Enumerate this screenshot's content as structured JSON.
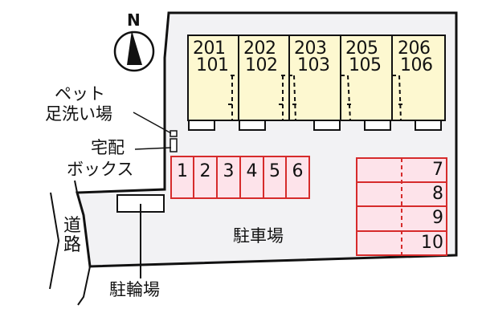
{
  "compass": {
    "label": "N",
    "icon": "north-arrow-icon"
  },
  "building": {
    "units": [
      {
        "upper": "201",
        "lower": "101"
      },
      {
        "upper": "202",
        "lower": "102"
      },
      {
        "upper": "203",
        "lower": "103"
      },
      {
        "upper": "205",
        "lower": "105"
      },
      {
        "upper": "206",
        "lower": "106"
      }
    ]
  },
  "labels": {
    "pet_wash_line1": "ペット",
    "pet_wash_line2": "足洗い場",
    "delivery_box_line1": "宅配",
    "delivery_box_line2": "ボックス",
    "road_1": "道",
    "road_2": "路",
    "parking": "駐車場",
    "bicycle_parking": "駐輪場"
  },
  "parking_row": [
    "1",
    "2",
    "3",
    "4",
    "5",
    "6"
  ],
  "parking_column": [
    "7",
    "8",
    "9",
    "10"
  ],
  "colors": {
    "building_fill": "#fdf8d0",
    "lot_fill": "#f2f2f4",
    "slot_fill": "#fde3ea",
    "slot_stroke": "#d62b2b",
    "outline": "#111111"
  }
}
